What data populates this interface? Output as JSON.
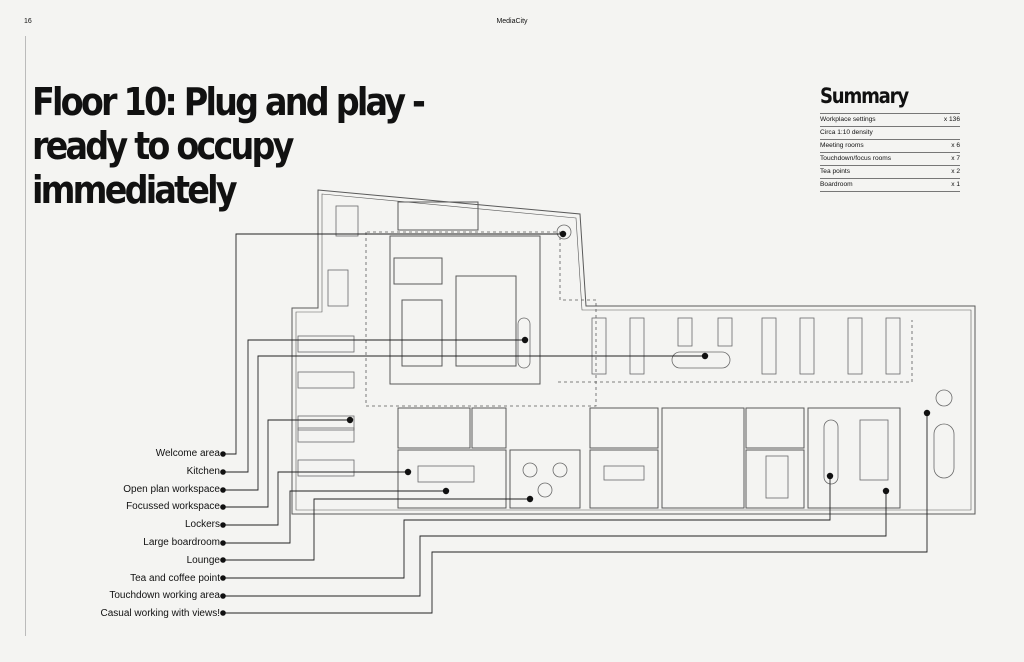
{
  "header": {
    "page_number": "16",
    "brand": "MediaCity"
  },
  "headline": {
    "line1": "Floor 10: Plug and play -",
    "line2": "ready to occupy immediately"
  },
  "summary": {
    "title": "Summary",
    "rows": [
      {
        "label": "Workplace settings",
        "value": "x 136"
      },
      {
        "label": "Circa 1:10 density",
        "value": ""
      },
      {
        "label": "Meeting rooms",
        "value": "x 6"
      },
      {
        "label": "Touchdown/focus rooms",
        "value": "x 7"
      },
      {
        "label": "Tea points",
        "value": "x 2"
      },
      {
        "label": "Boardroom",
        "value": "x 1"
      }
    ]
  },
  "legend": [
    "Welcome area",
    "Kitchen",
    "Open plan workspace",
    "Focussed workspace",
    "Lockers",
    "Large boardroom",
    "Lounge",
    "Tea and coffee point",
    "Touchdown working area",
    "Casual working with views!"
  ],
  "colors": {
    "ink": "#111111",
    "plan_line": "#5a5a5a",
    "background": "#f4f4f2"
  }
}
